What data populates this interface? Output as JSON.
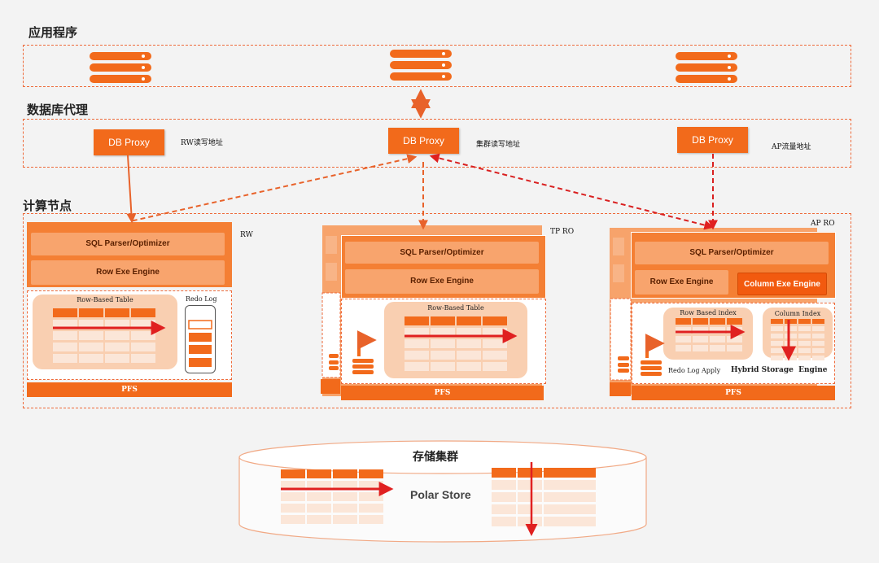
{
  "sections": {
    "app": "应用程序",
    "proxy": "数据库代理",
    "compute": "计算节点",
    "storage": "存储集群"
  },
  "proxies": [
    {
      "label": "DB Proxy",
      "note": "RW读写地址"
    },
    {
      "label": "DB Proxy",
      "note": "集群读写地址"
    },
    {
      "label": "DB Proxy",
      "note": "AP流量地址"
    }
  ],
  "nodes": {
    "rw": {
      "tag": "RW",
      "parser": "SQL Parser/Optimizer",
      "engine": "Row Exe Engine",
      "table": "Row-Based Table",
      "redo": "Redo Log",
      "pfs": "PFS"
    },
    "tp": {
      "tag": "TP RO",
      "parser": "SQL Parser/Optimizer",
      "engine": "Row Exe Engine",
      "table": "Row-Based Table",
      "pfs": "PFS"
    },
    "ap": {
      "tag": "AP RO",
      "parser": "SQL Parser/Optimizer",
      "engine": "Row Exe Engine",
      "column_engine": "Column Exe Engine",
      "row_index": "Row Based index",
      "column_index": "Column Index",
      "redo_apply": "Redo Log Apply",
      "hybrid": "Hybrid Storage  Engine",
      "pfs": "PFS"
    }
  },
  "storage": {
    "name": "Polar Store"
  },
  "colors": {
    "accent": "#f26a1b",
    "light": "#f8a46d",
    "pale": "#f9cfb1",
    "arrow": "#e02020"
  }
}
